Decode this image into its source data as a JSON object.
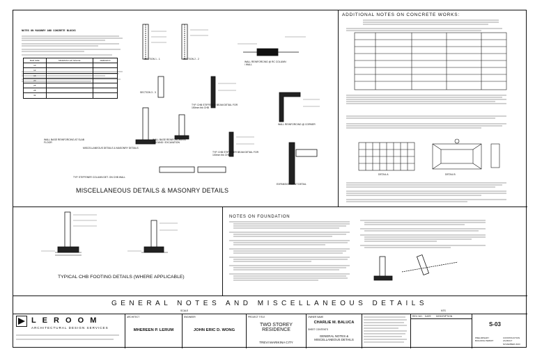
{
  "titles": {
    "misc_masonry": "MISCELLANEOUS DETAILS & MASONRY DETAILS",
    "chb_footing": "TYPICAL CHB FOOTING DETAILS (WHERE APPLICABLE)",
    "sheet_banner": "GENERAL NOTES AND MISCELLANEOUS DETAILS",
    "additional_notes": "ADDITIONAL NOTES ON CONCRETE WORKS:",
    "notes_foundation": "NOTES ON FOUNDATION"
  },
  "notes_masonry_title": "NOTES ON MASONRY AND CONCRETE BLOCKS",
  "rebar_table": {
    "headers": [
      "BAR SIZE",
      "MINIMUM LAP SPLICE",
      "REMARKS"
    ],
    "rows": [
      [
        "10",
        "",
        ""
      ],
      [
        "12",
        "",
        ""
      ],
      [
        "16",
        "",
        ""
      ],
      [
        "20",
        "",
        ""
      ],
      [
        "25",
        "",
        ""
      ],
      [
        "28",
        "",
        ""
      ],
      [
        "32",
        "",
        ""
      ]
    ]
  },
  "detail_labels": {
    "section_1": "SECTION 1 - 1",
    "section_2": "SECTION 2 - 2",
    "section_3": "SECTION 3 - 3",
    "wall_rc_col": "WALL REINFORCING @ RC COLUMN / WALL",
    "wall_rc_corner": "WALL REINFORCING @ CORNER",
    "chb_stiffener_150": "TYP. CHB STIFFENER BEAM DETAIL FOR 150mm thk CHB",
    "chb_stiffener_100": "TYP. CHB STIFFENER BEAM DETAIL FOR 100mm thk CHB",
    "wall_base_slab": "WALL BASE REINFORCING AT SLAB FLOOR",
    "wall_base_ground": "WALL BASE REINFORCING AT GROUND / EXCAVATION",
    "misc_details": "MISCELLANEOUS DETAILS & MASONRY DETAILS",
    "stiffener_column": "TYP. STIFFENER COLUMN DET. ON CHB WALL",
    "expansion_joint": "EXPANSION JOINT DETAIL",
    "detail_a": "DETAIL A",
    "detail_b": "DETAIL B"
  },
  "title_block": {
    "firm_name": "L E  R O O M",
    "firm_sub": "ARCHITECTURAL DESIGN SERVICES",
    "architect_head": "ARCHITECT",
    "architect": "MHEREEN P. LERUM",
    "engineer_head": "ENGINEER",
    "engineer": "JOHN ERIC D. WONG",
    "project_head": "PROJECT TITLE",
    "project": "TWO STOREY RESIDENCE",
    "location": "TREVI MARIKINA CITY",
    "owner_head": "OWNER NAME",
    "owner": "CHARLIE M. BALUCA",
    "sheet_contents_head": "SHEET CONTENTS",
    "sheet_contents": "GENERAL NOTES & MISCELLANEOUS DETAILS",
    "rev_no": "REV. NO.",
    "date_head": "DATE",
    "description_head": "DESCRIPTION",
    "sheet_no": "S-03",
    "stamp_1": "PRELIMINARY",
    "stamp_2": "BUILDING PERMIT",
    "stamp_3": "CONSTRUCTION",
    "stamp_4": "AS-BUILT",
    "date_value": "NOVEMBER 2023"
  },
  "scale_labels": {
    "scale_left": "SCALE",
    "scale_right": "NTS"
  }
}
